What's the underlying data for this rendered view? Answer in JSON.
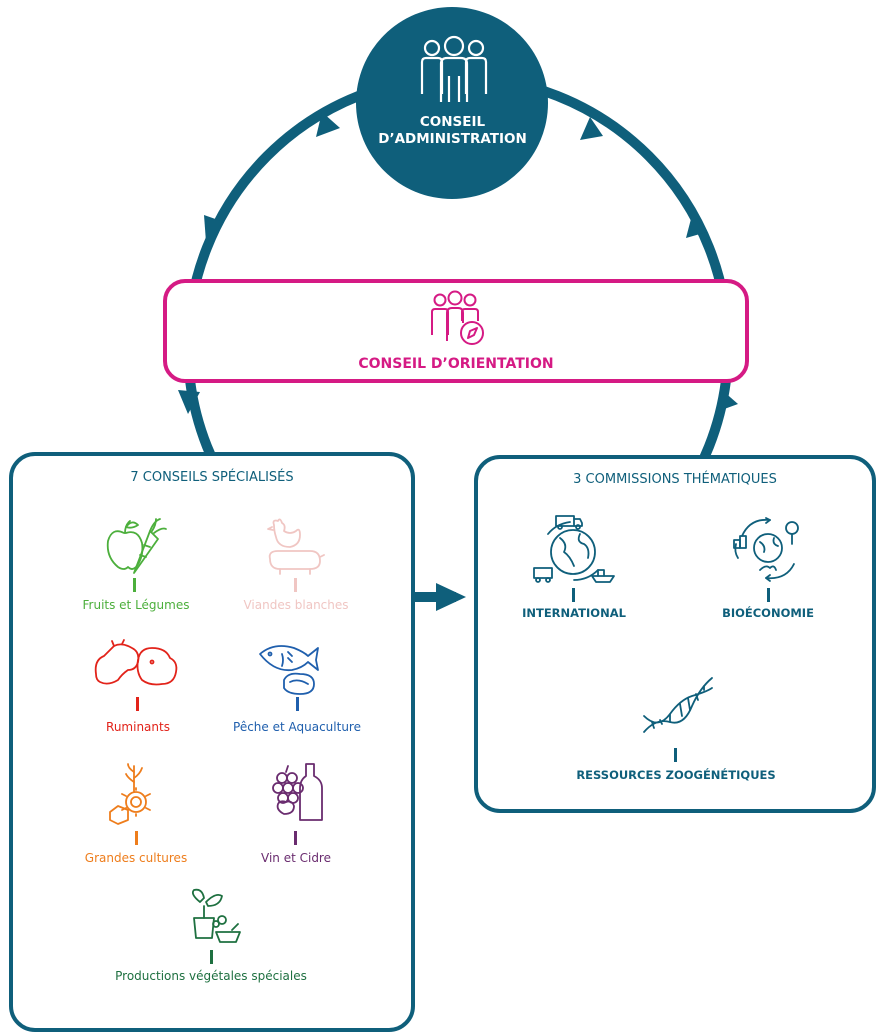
{
  "colors": {
    "navy": "#0f5f7b",
    "magenta": "#d51a84",
    "fruits": "#4caf3c",
    "viandes": "#f0c6c3",
    "ruminants": "#e2231a",
    "peche": "#1f5fad",
    "grandes": "#ee7d1c",
    "vin": "#6a2c6f",
    "productions": "#1e7040"
  },
  "conseil_administration": {
    "line1": "CONSEIL",
    "line2": "D’ADMINISTRATION",
    "icon": "people-group-icon"
  },
  "conseil_orientation": {
    "label": "CONSEIL D’ORIENTATION",
    "icon": "people-compass-icon"
  },
  "conseils_specialises": {
    "title": "7 CONSEILS SPÉCIALISÉS",
    "items": [
      {
        "label": "Fruits et Légumes",
        "icon": "apple-carrot-icon"
      },
      {
        "label": "Viandes blanches",
        "icon": "chicken-pig-icon"
      },
      {
        "label": "Ruminants",
        "icon": "cow-sheep-icon"
      },
      {
        "label": "Pêche et Aquaculture",
        "icon": "fish-oyster-icon"
      },
      {
        "label": "Grandes cultures",
        "icon": "wheat-sunflower-icon"
      },
      {
        "label": "Vin et Cidre",
        "icon": "grapes-bottle-icon"
      },
      {
        "label": "Productions végétales spéciales",
        "icon": "plant-pot-icon"
      }
    ]
  },
  "commissions_thematiques": {
    "title": "3 COMMISSIONS THÉMATIQUES",
    "items": [
      {
        "label": "INTERNATIONAL",
        "icon": "globe-transport-icon"
      },
      {
        "label": "BIOÉCONOMIE",
        "icon": "globe-cycle-icon"
      },
      {
        "label": "RESSOURCES ZOOGÉNÉTIQUES",
        "icon": "dna-icon"
      }
    ]
  }
}
